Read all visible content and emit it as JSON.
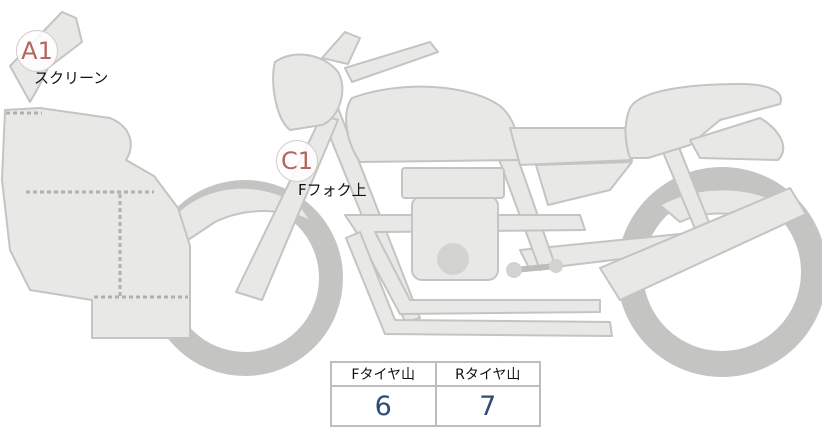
{
  "markers": [
    {
      "id": "A1",
      "label": "スクリーン"
    },
    {
      "id": "C1",
      "label": "Fフォク上"
    }
  ],
  "tread_table": {
    "headers": [
      "Fタイヤ山",
      "Rタイヤ山"
    ],
    "values": [
      "6",
      "7"
    ],
    "value_color": "#2f4c78",
    "border_color": "#bdbdbd"
  },
  "colors": {
    "body_fill": "#e8e8e6",
    "outline": "#c4c4c2",
    "marker_text": "#b5645e"
  }
}
